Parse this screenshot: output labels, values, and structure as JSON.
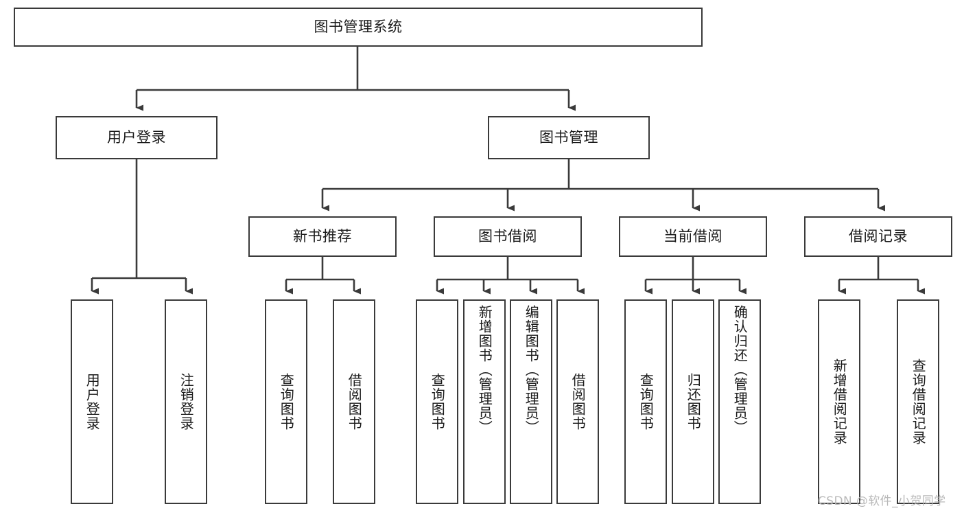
{
  "diagram": {
    "title": "图书管理系统",
    "type": "tree-hierarchy-flowchart",
    "colors": {
      "box_border": "#3a3a3a",
      "box_fill": "#ffffff",
      "edge": "#3a3a3a",
      "text": "#1a1a1a",
      "watermark": "#b9b9b9",
      "background": "#ffffff"
    },
    "root": {
      "label": "图书管理系统"
    },
    "level2": [
      {
        "label": "用户登录"
      },
      {
        "label": "图书管理"
      }
    ],
    "level3": [
      {
        "label": "新书推荐"
      },
      {
        "label": "图书借阅"
      },
      {
        "label": "当前借阅"
      },
      {
        "label": "借阅记录"
      }
    ],
    "leaves": {
      "user_login": [
        {
          "label": "用户登录"
        },
        {
          "label": "注销登录"
        }
      ],
      "new_book_recommend": [
        {
          "label": "查询图书"
        },
        {
          "label": "借阅图书"
        }
      ],
      "book_borrow": [
        {
          "label": "查询图书"
        },
        {
          "label": "新增图书（管理员）"
        },
        {
          "label": "编辑图书（管理员）"
        },
        {
          "label": "借阅图书"
        }
      ],
      "current_borrow": [
        {
          "label": "查询图书"
        },
        {
          "label": "归还图书"
        },
        {
          "label": "确认归还（管理员）"
        }
      ],
      "borrow_record": [
        {
          "label": "新增借阅记录"
        },
        {
          "label": "查询借阅记录"
        }
      ]
    }
  },
  "watermark": {
    "text": "CSDN @软件_小贺同学"
  }
}
